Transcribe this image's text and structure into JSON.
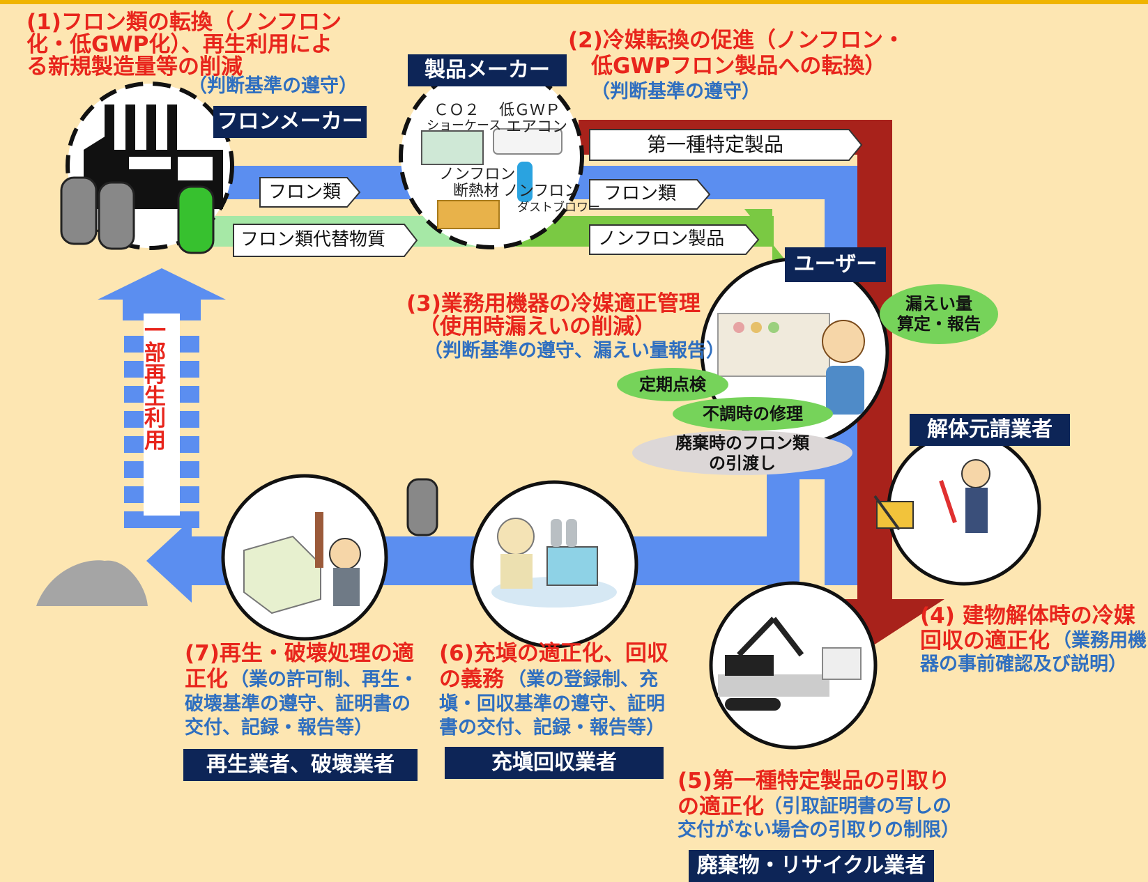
{
  "producers": {
    "fluoro_maker": "フロンメーカー",
    "product_maker": "製品メーカー",
    "user": "ユーザー",
    "demolition_contractor": "解体元請業者",
    "waste_recycler": "廃棄物・リサイクル業者",
    "filling_recovery": "充塡回収業者",
    "regen_destroy": "再生業者、破壊業者"
  },
  "flows": {
    "flon": "フロン類",
    "flon_alt": "フロン類代替物質",
    "class1_product": "第一種特定製品",
    "flon_right": "フロン類",
    "nonflon_product": "ノンフロン製品",
    "partial_reuse": "一部再生利用"
  },
  "product_labels": {
    "co2": "ＣＯ２",
    "showcase": "ショーケース",
    "low_gwp": "低ＧＷＰ",
    "aircon": "エアコン",
    "nonflon_insulation_1": "ノンフロン",
    "nonflon_insulation_2": "断熱材",
    "nonflon_duster_1": "ノンフロン",
    "nonflon_duster_2": "ダストブロワー"
  },
  "user_actions": {
    "leak_report_1": "漏えい量",
    "leak_report_2": "算定・報告",
    "periodic_check": "定期点検",
    "repair": "不調時の修理",
    "handover_1": "廃棄時のフロン類",
    "handover_2": "の引渡し"
  },
  "steps": {
    "s1_line1": "(1)フロン類の転換（ノンフロン",
    "s1_line2": "化・低GWP化）、再生利用によ",
    "s1_line3": "る新規製造量等の削減",
    "s1_note": "（判断基準の遵守）",
    "s2_line1": "(2)冷媒転換の促進（ノンフロン・",
    "s2_line2": "低GWPフロン製品への転換）",
    "s2_note": "（判断基準の遵守）",
    "s3_line1": "(3)業務用機器の冷媒適正管理",
    "s3_line2": "（使用時漏えいの削減）",
    "s3_note": "（判断基準の遵守、漏えい量報告）",
    "s4_line1": "(4) 建物解体時の冷媒",
    "s4_line2": "回収の適正化",
    "s4_note1": "（業務用機",
    "s4_note2": "器の事前確認及び説明）",
    "s5_line1": "(5)第一種特定製品の引取り",
    "s5_line2": "の適正化",
    "s5_note1": "（引取証明書の写しの",
    "s5_note2": "交付がない場合の引取りの制限）",
    "s6_line1": "(6)充塡の適正化、回収",
    "s6_line2": "の義務",
    "s6_note1": "（業の登録制、充",
    "s6_note2": "塡・回収基準の遵守、証明",
    "s6_note3": "書の交付、記録・報告等）",
    "s7_line1": "(7)再生・破壊処理の適",
    "s7_line2": "正化",
    "s7_note1": "（業の許可制、再生・",
    "s7_note2": "破壊基準の遵守、証明書の",
    "s7_note3": "交付、記録・報告等）"
  },
  "colors": {
    "background": "#fde6b2",
    "blue_flow": "#5b8ef0",
    "dark_red_flow": "#a8221b",
    "green_flow": "#7ac943",
    "navy_label": "#0d2557",
    "red_text": "#e8251c",
    "blue_text": "#2f6fc0"
  }
}
